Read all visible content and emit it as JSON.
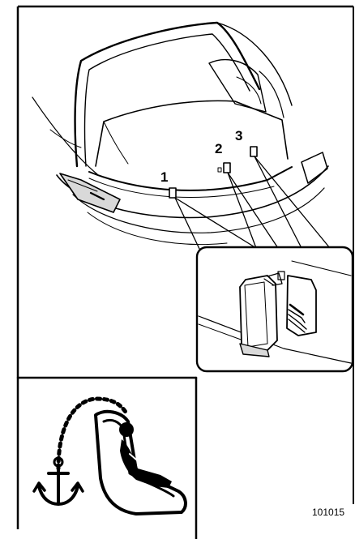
{
  "figure": {
    "callouts": [
      "1",
      "2",
      "3"
    ],
    "code": "101015",
    "icons": {
      "top_illustration": "car-cargo-area-anchor-illustration",
      "detail_inset": "anchor-cover-detail",
      "symbol": "child-seat-tether-anchor-icon"
    },
    "colors": {
      "line": "#000000",
      "background": "#ffffff",
      "fill": "#d9d9d9"
    }
  }
}
